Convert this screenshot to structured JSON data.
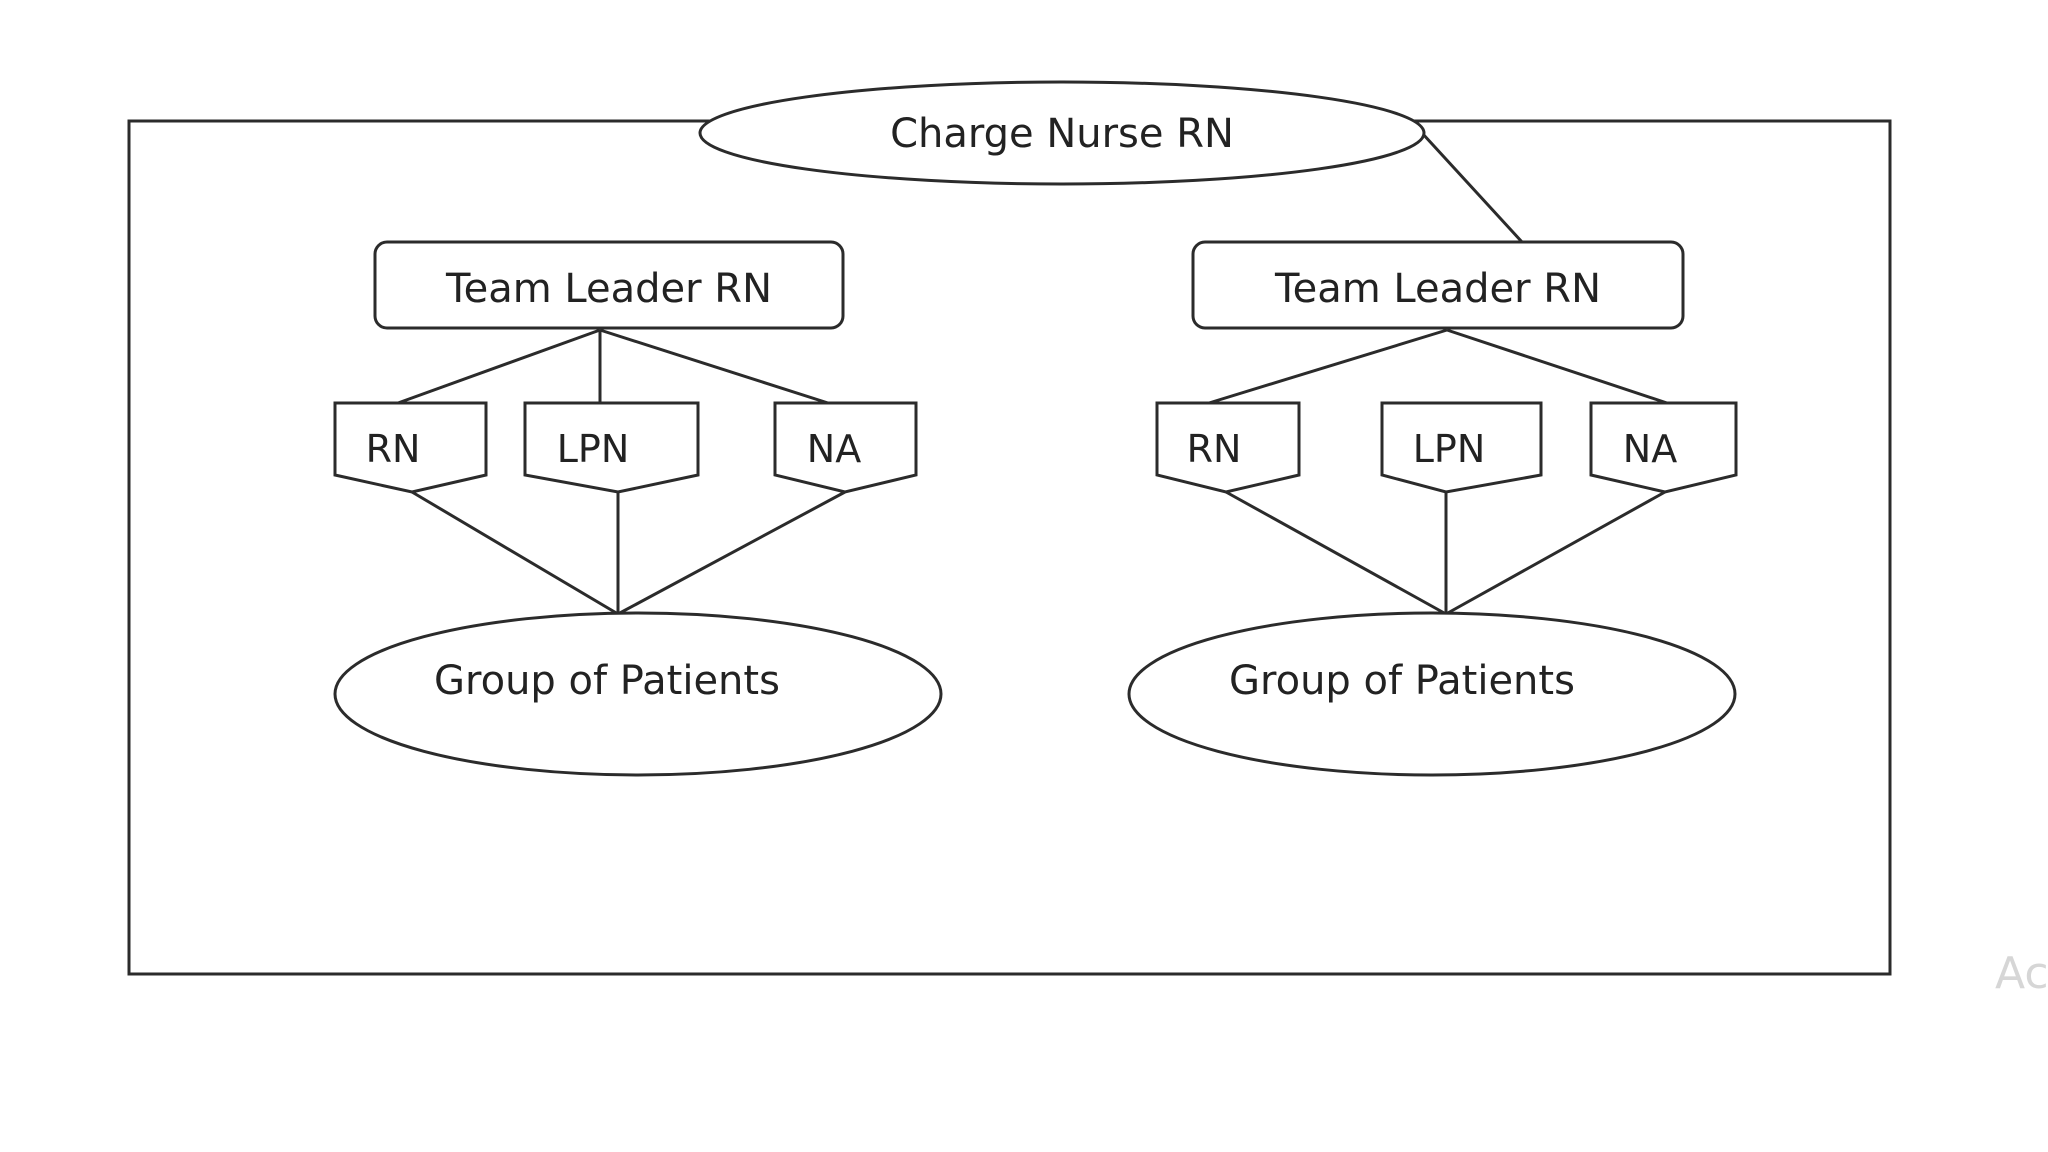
{
  "chart_data": {
    "type": "diagram",
    "root": "Charge Nurse RN",
    "teams": [
      {
        "leader": "Team Leader RN",
        "members": [
          "RN",
          "LPN",
          "NA"
        ],
        "patients": "Group of Patients"
      },
      {
        "leader": "Team Leader RN",
        "members": [
          "RN",
          "LPN",
          "NA"
        ],
        "patients": "Group of Patients"
      }
    ]
  },
  "watermark": "Ac"
}
